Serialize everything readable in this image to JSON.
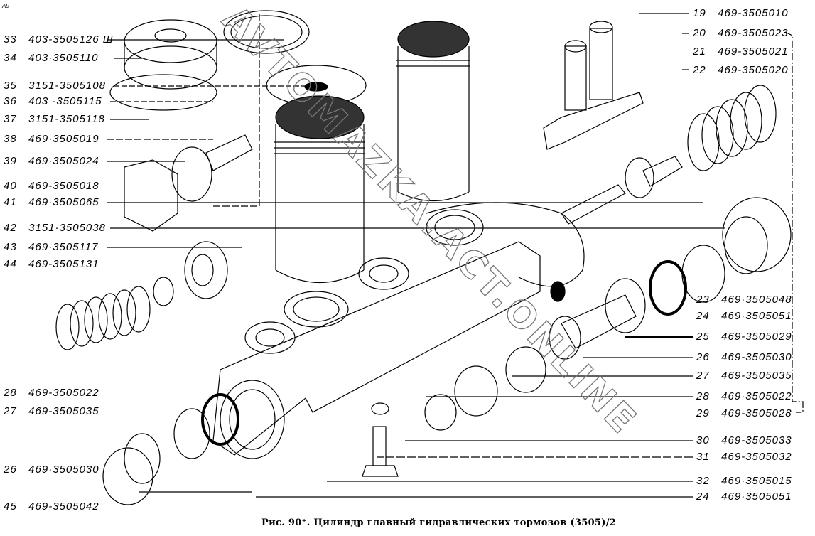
{
  "corner_mark": "A9",
  "caption": "Рис. 90⁺. Цилиндр главный гидравлических тормозов (3505)/2",
  "watermark": "AVTOMAZKA.ACT.ONLINE",
  "left_labels": [
    {
      "num": "33",
      "part": "403-3505126 Ш"
    },
    {
      "num": "34",
      "part": "403·3505110"
    },
    {
      "num": "35",
      "part": "3151-3505108"
    },
    {
      "num": "36",
      "part": "403 ·3505115"
    },
    {
      "num": "37",
      "part": "3151-3505118"
    },
    {
      "num": "38",
      "part": "469·3505019"
    },
    {
      "num": "39",
      "part": "469·3505024"
    },
    {
      "num": "40",
      "part": "469-3505018"
    },
    {
      "num": "41",
      "part": "469·3505065"
    },
    {
      "num": "42",
      "part": "3151·3505038"
    },
    {
      "num": "43",
      "part": "469·3505117"
    },
    {
      "num": "44",
      "part": "469-3505131"
    },
    {
      "num": "28",
      "part": "469-3505022"
    },
    {
      "num": "27",
      "part": "469-3505035"
    },
    {
      "num": "26",
      "part": "469·3505030"
    },
    {
      "num": "45",
      "part": "469-3505042"
    }
  ],
  "right_labels": [
    {
      "num": "19",
      "part": "469-3505010"
    },
    {
      "num": "20",
      "part": "469-3505023"
    },
    {
      "num": "21",
      "part": "469-3505021"
    },
    {
      "num": "22",
      "part": "469-3505020"
    },
    {
      "num": "23",
      "part": "469·3505048"
    },
    {
      "num": "24",
      "part": "469·3505051"
    },
    {
      "num": "25",
      "part": "469-3505029"
    },
    {
      "num": "26",
      "part": "469-3505030"
    },
    {
      "num": "27",
      "part": "469-3505035"
    },
    {
      "num": "28",
      "part": "469·3505022"
    },
    {
      "num": "29",
      "part": "469-3505028"
    },
    {
      "num": "30",
      "part": "469-3505033"
    },
    {
      "num": "31",
      "part": "469-3505032"
    },
    {
      "num": "32",
      "part": "469·3505015"
    },
    {
      "num": "24",
      "part": "469·3505051"
    }
  ]
}
